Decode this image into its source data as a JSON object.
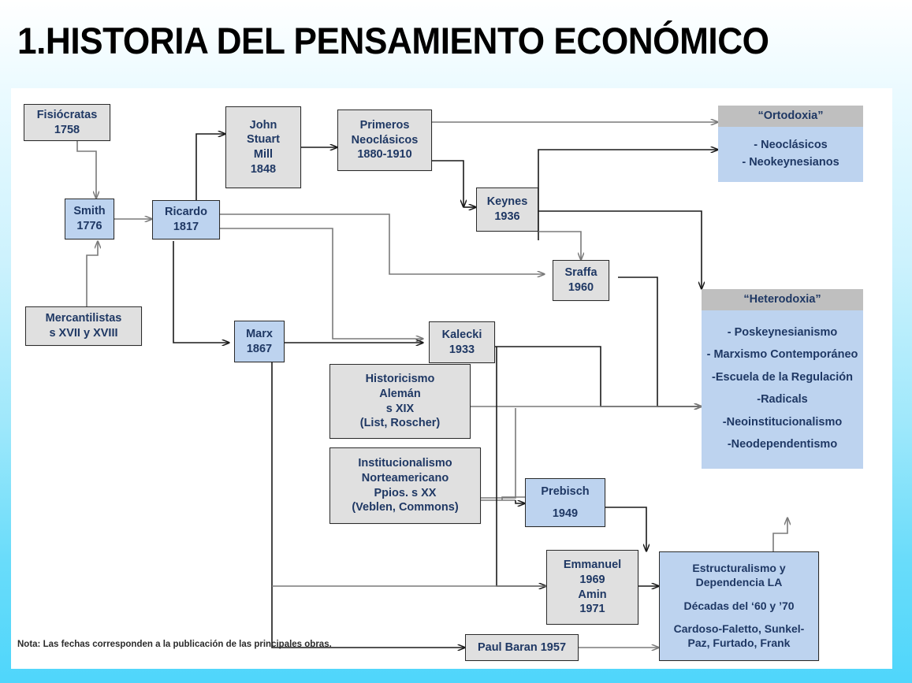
{
  "title": "1.HISTORIA DEL PENSAMIENTO ECONÓMICO",
  "note": "Nota: Las fechas corresponden a la publicación de las principales obras.",
  "colors": {
    "box_grey": "#e0e0e0",
    "box_blue": "#bdd3ef",
    "panel_header_grey": "#bfbfbf",
    "text_blue": "#1f3864",
    "border": "#2b2b2b",
    "background_cyan": "#4fd6fb",
    "canvas_white": "#ffffff"
  },
  "nodes": {
    "fisiocratas": {
      "lines": [
        "Fisiócratas",
        "1758"
      ],
      "fill": "grey"
    },
    "smith": {
      "lines": [
        "Smith",
        "1776"
      ],
      "fill": "blue"
    },
    "mercantilistas": {
      "lines": [
        "Mercantilistas",
        "s XVII y XVIII"
      ],
      "fill": "grey"
    },
    "ricardo": {
      "lines": [
        "Ricardo",
        "1817"
      ],
      "fill": "blue"
    },
    "mill": {
      "lines": [
        "John",
        "Stuart",
        "Mill",
        "1848"
      ],
      "fill": "grey"
    },
    "neoclasicos": {
      "lines": [
        "Primeros",
        "Neoclásicos",
        "1880-1910"
      ],
      "fill": "grey"
    },
    "keynes": {
      "lines": [
        "Keynes",
        "1936"
      ],
      "fill": "grey"
    },
    "sraffa": {
      "lines": [
        "Sraffa",
        "1960"
      ],
      "fill": "grey"
    },
    "marx": {
      "lines": [
        "Marx",
        "1867"
      ],
      "fill": "blue"
    },
    "kalecki": {
      "lines": [
        "Kalecki",
        "1933"
      ],
      "fill": "grey"
    },
    "historicismo": {
      "lines": [
        "Historicismo",
        "Alemán",
        "s XIX",
        "(List, Roscher)"
      ],
      "fill": "grey"
    },
    "institucionalismo": {
      "lines": [
        "Institucionalismo",
        "Norteamericano",
        "Ppios. s XX",
        "(Veblen, Commons)"
      ],
      "fill": "grey"
    },
    "prebisch": {
      "lines": [
        "Prebisch",
        "1949"
      ],
      "fill": "blue"
    },
    "emmanuel": {
      "lines": [
        "Emmanuel",
        "1969",
        "Amin",
        "1971"
      ],
      "fill": "grey"
    },
    "paul_baran": {
      "lines": [
        "Paul Baran 1957"
      ],
      "fill": "grey"
    },
    "estructuralismo": {
      "lines": [
        "Estructuralismo y",
        "Dependencia LA",
        "Décadas del ‘60 y ’70",
        "Cardoso-Faletto, Sunkel-",
        "Paz, Furtado, Frank"
      ],
      "fill": "blue"
    }
  },
  "panels": {
    "ortodoxia": {
      "header": "“Ortodoxia”",
      "items": [
        "- Neoclásicos",
        "- Neokeynesianos"
      ]
    },
    "heterodoxia": {
      "header": "“Heterodoxia”",
      "items": [
        "- Poskeynesianismo",
        "- Marxismo Contemporáneo",
        "-Escuela de la Regulación",
        "-Radicals",
        "-Neoinstitucionalismo",
        "-Neodependentismo"
      ]
    }
  },
  "edges": [
    {
      "from": "fisiocratas",
      "to": "smith"
    },
    {
      "from": "mercantilistas",
      "to": "smith"
    },
    {
      "from": "smith",
      "to": "ricardo"
    },
    {
      "from": "ricardo",
      "to": "mill"
    },
    {
      "from": "mill",
      "to": "neoclasicos"
    },
    {
      "from": "neoclasicos",
      "to": "ortodoxia"
    },
    {
      "from": "neoclasicos",
      "to": "keynes"
    },
    {
      "from": "keynes",
      "to": "ortodoxia"
    },
    {
      "from": "keynes",
      "to": "heterodoxia"
    },
    {
      "from": "keynes",
      "to": "sraffa"
    },
    {
      "from": "ricardo",
      "to": "sraffa"
    },
    {
      "from": "ricardo",
      "to": "kalecki"
    },
    {
      "from": "ricardo",
      "to": "marx"
    },
    {
      "from": "marx",
      "to": "kalecki"
    },
    {
      "from": "marx",
      "to": "paul_baran"
    },
    {
      "from": "marx",
      "to": "emmanuel"
    },
    {
      "from": "sraffa",
      "to": "heterodoxia"
    },
    {
      "from": "kalecki",
      "to": "heterodoxia"
    },
    {
      "from": "historicismo",
      "to": "heterodoxia"
    },
    {
      "from": "institucionalismo",
      "to": "prebisch"
    },
    {
      "from": "prebisch",
      "to": "estructuralismo"
    },
    {
      "from": "emmanuel",
      "to": "estructuralismo"
    },
    {
      "from": "paul_baran",
      "to": "estructuralismo"
    },
    {
      "from": "estructuralismo",
      "to": "heterodoxia"
    }
  ]
}
